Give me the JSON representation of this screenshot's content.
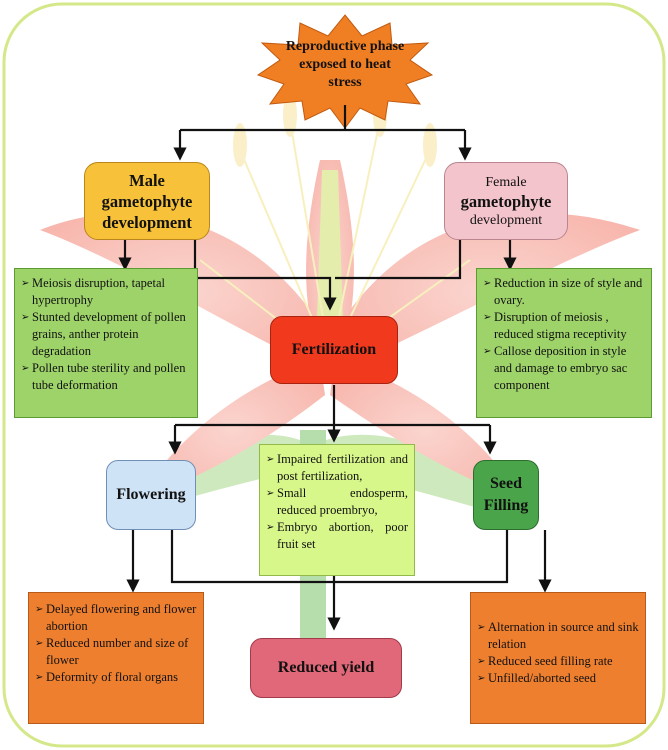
{
  "heat_stress": "Reproductive phase exposed to heat stress",
  "male": {
    "title": "Male gametophyte development",
    "effects": [
      "Meiosis disruption, tapetal hypertrophy",
      "Stunted development of pollen grains, anther protein degradation",
      "Pollen tube sterility and pollen tube deformation"
    ]
  },
  "female": {
    "title_line1": "Female",
    "title_line2": "gametophyte",
    "title_line3": "development",
    "effects": [
      "Reduction in size of style and ovary.",
      "Disruption of meiosis , reduced stigma receptivity",
      "Callose deposition in style and damage to embryo sac component"
    ]
  },
  "fertilization": {
    "title": "Fertilization",
    "effects": [
      "Impaired fertilization and post fertilization,",
      "Small endosperm, reduced proembryo,",
      "Embryo abortion, poor fruit set"
    ]
  },
  "flowering": {
    "title": "Flowering",
    "effects": [
      "Delayed flowering and flower abortion",
      "Reduced number and size of flower",
      "Deformity of floral organs"
    ]
  },
  "seed": {
    "title_line1": "Seed",
    "title_line2": "Filling",
    "effects": [
      "Alternation in source and sink relation",
      "Reduced seed filling rate",
      "Unfilled/aborted seed"
    ]
  },
  "reduced_yield": "Reduced yield",
  "colors": {
    "border": "#d4e88a",
    "starburst": "#f07f24",
    "male_box": "#f7c23a",
    "female_box": "#f4c4cc",
    "fertilization_box": "#f0391d",
    "flowering_box": "#cfe3f7",
    "seed_box": "#4aa54a",
    "reduced_yield_box": "#e06878",
    "green_text_box": "#9ed36a",
    "orange_text_box": "#ee7f2f",
    "lightgreen_text_box": "#d8f78a"
  }
}
